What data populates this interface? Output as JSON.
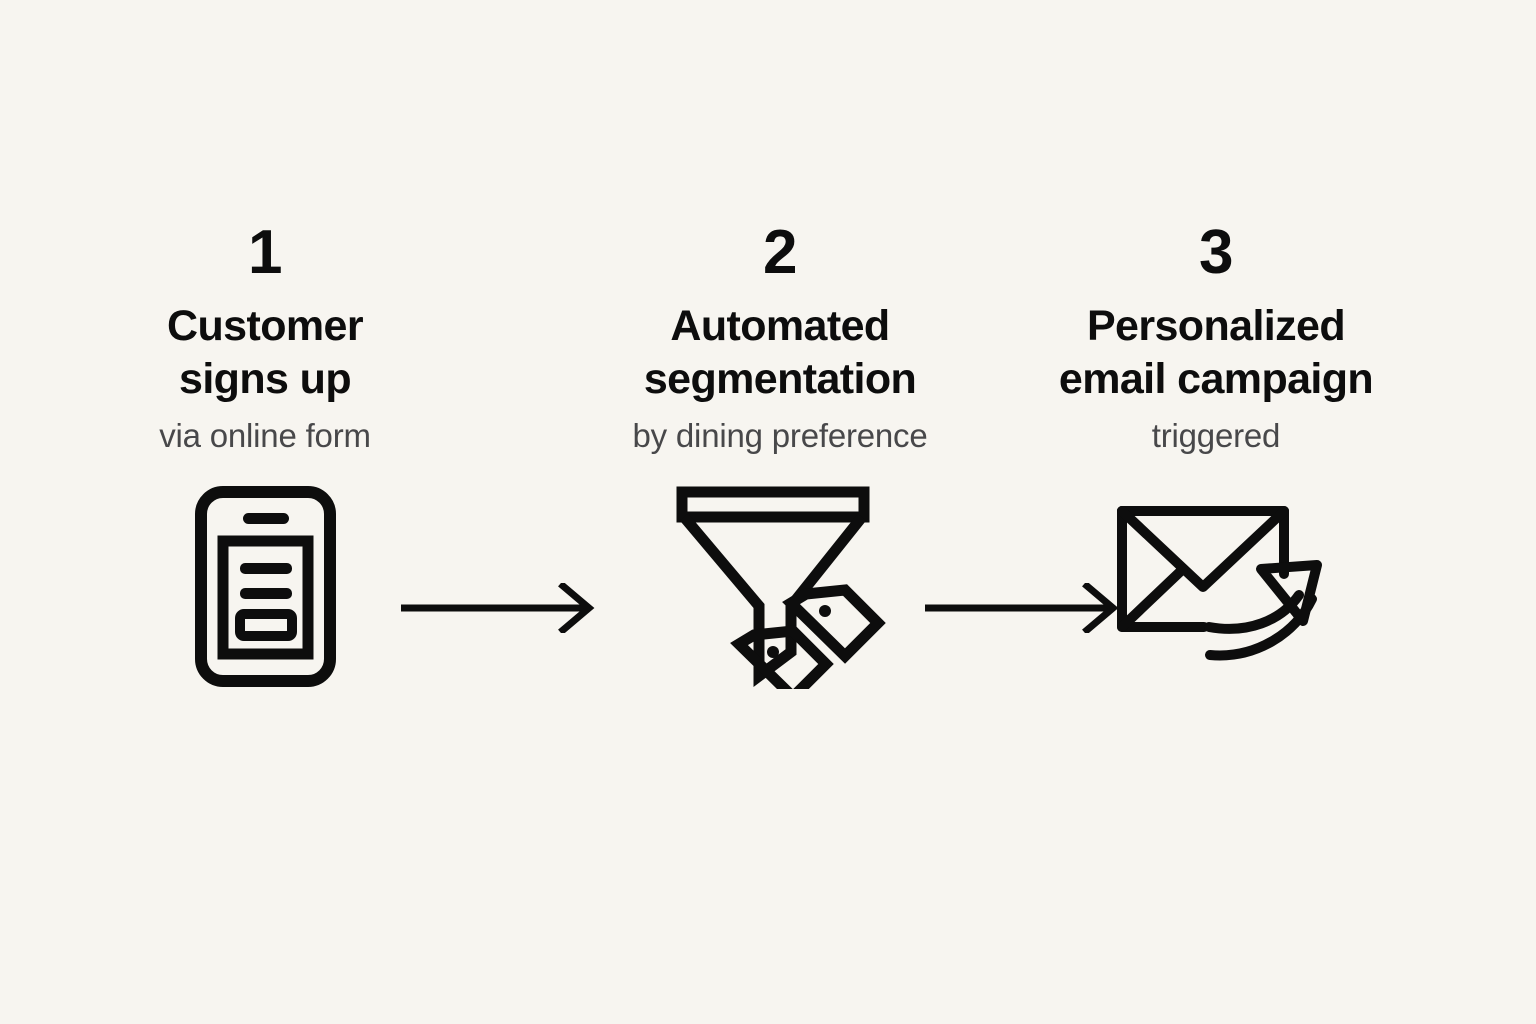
{
  "theme": {
    "background": "#f7f5f0",
    "ink": "#0d0d0d",
    "muted": "#48484a"
  },
  "diagram": {
    "type": "horizontal-process-flow",
    "step_count": 3,
    "connector": "arrow-right"
  },
  "steps": [
    {
      "number": "1",
      "title": "Customer\nsigns up",
      "subtitle": "via online form",
      "icon": "mobile-form-icon"
    },
    {
      "number": "2",
      "title": "Automated\nsegmentation",
      "subtitle": "by dining preference",
      "icon": "funnel-tags-icon"
    },
    {
      "number": "3",
      "title": "Personalized\nemail campaign",
      "subtitle": "triggered",
      "icon": "email-send-icon"
    }
  ],
  "connectors": [
    {
      "name": "arrow-step1-to-step2",
      "glyph": "arrow-right-icon"
    },
    {
      "name": "arrow-step2-to-step3",
      "glyph": "arrow-right-icon"
    }
  ]
}
